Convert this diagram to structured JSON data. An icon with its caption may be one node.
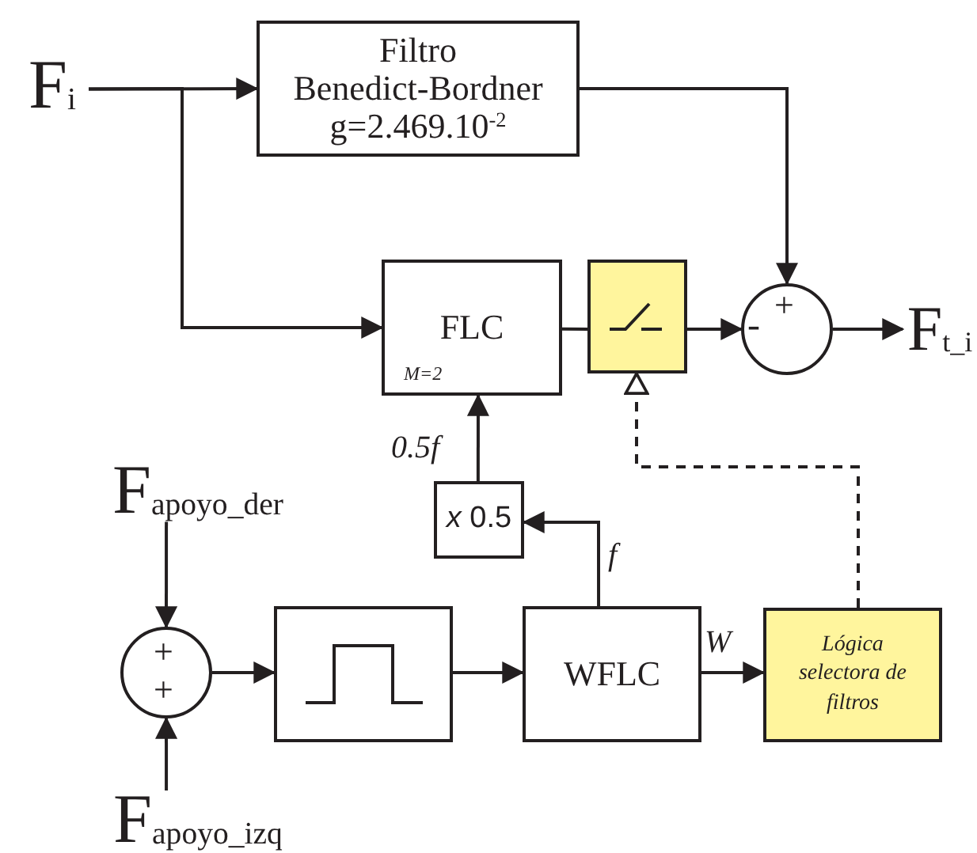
{
  "diagram": {
    "nodes": [
      {
        "text": [
          "F$_{i}$"
        ]
      },
      {
        "text": [
          "Filtro",
          "Benedict-Bordner",
          "g=2.469.10$^{-2}$"
        ]
      },
      {
        "text": [
          "FLC",
          "M=2"
        ]
      },
      {
        "text": [],
        "shape": "box"
      },
      {
        "text": [
          "+",
          "-"
        ]
      },
      {
        "text": [
          "F$_{t_i}$"
        ]
      },
      {
        "text": [
          "*x* 0.5"
        ]
      },
      {
        "text": [
          "F$_{apoyo_der}$"
        ]
      },
      {
        "text": [
          "+",
          "+"
        ]
      },
      {
        "text": [
          "F$_{apoyo_izq}$"
        ]
      },
      {
        "text": [],
        "shape": "box"
      },
      {
        "text": [
          "WFLC"
        ]
      },
      {
        "text": [
          "Lógica selectora de filtros"
        ]
      }
    ],
    "edges": [
      {
        "from": 0,
        "to": 1,
        "arrow": "to"
      },
      {
        "from": 0,
        "to": 2,
        "arrow": "to"
      },
      {
        "from": 1,
        "to": 4,
        "arrow": "to"
      },
      {
        "from": 2,
        "to": 3,
        "arrow": "none"
      },
      {
        "from": 3,
        "to": 4,
        "arrow": "to"
      },
      {
        "from": 4,
        "to": 5,
        "arrow": "to"
      },
      {
        "from": 6,
        "to": 2,
        "arrow": "to",
        "label": "0.5f"
      },
      {
        "from": 11,
        "to": 6,
        "arrow": "to",
        "label": "f"
      },
      {
        "from": 7,
        "to": 8,
        "arrow": "to"
      },
      {
        "from": 9,
        "to": 8,
        "arrow": "to"
      },
      {
        "from": 8,
        "to": 10,
        "arrow": "to"
      },
      {
        "from": 10,
        "to": 11,
        "arrow": "to"
      },
      {
        "from": 11,
        "to": 12,
        "arrow": "to",
        "label": "W"
      },
      {
        "from": 12,
        "to": 3,
        "arrow": "to",
        "style": "dashed"
      }
    ]
  }
}
